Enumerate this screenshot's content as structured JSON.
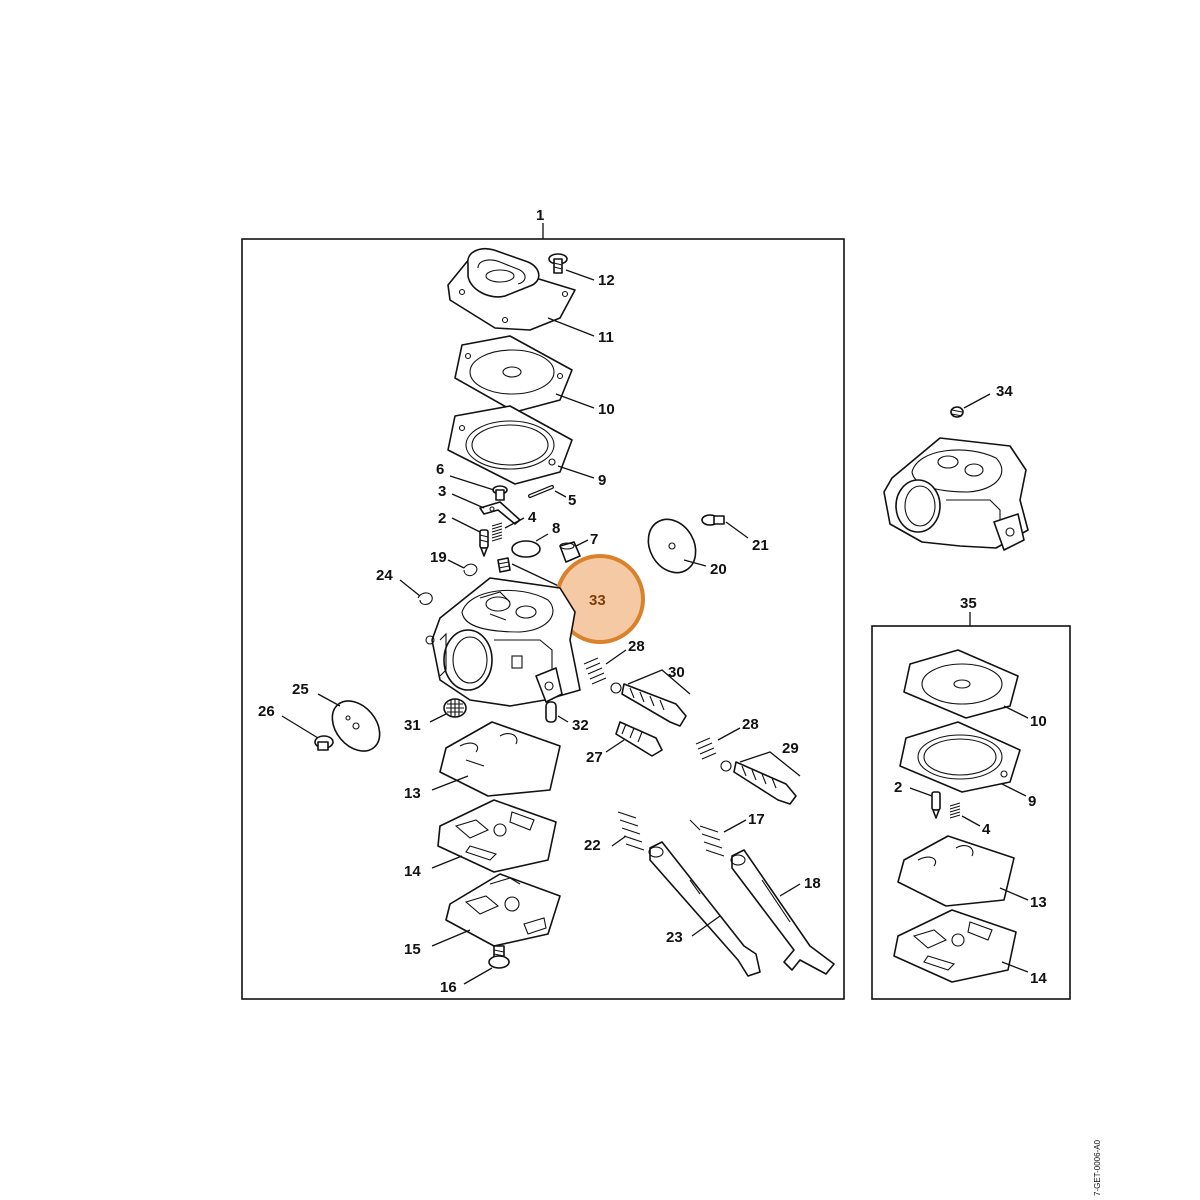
{
  "document_id": "7-GET-0006-A0",
  "colors": {
    "highlight_fill": "#f5c9a3",
    "highlight_stroke": "#d9822b",
    "highlight_text": "#7a3f0c",
    "line": "#111111"
  },
  "highlight": {
    "label": "33"
  },
  "labels": {
    "p1": "1",
    "p2": "2",
    "p3": "3",
    "p4": "4",
    "p5": "5",
    "p6": "6",
    "p7": "7",
    "p8": "8",
    "p9": "9",
    "p10": "10",
    "p11": "11",
    "p12": "12",
    "p13": "13",
    "p14": "14",
    "p15": "15",
    "p16": "16",
    "p17": "17",
    "p18": "18",
    "p19": "19",
    "p20": "20",
    "p21": "21",
    "p22": "22",
    "p23": "23",
    "p24": "24",
    "p25": "25",
    "p26": "26",
    "p27": "27",
    "p28a": "28",
    "p28b": "28",
    "p29": "29",
    "p30": "30",
    "p31": "31",
    "p32": "32",
    "p34": "34",
    "p35": "35",
    "k2": "2",
    "k4": "4",
    "k9": "9",
    "k10": "10",
    "k13": "13",
    "k14": "14"
  }
}
